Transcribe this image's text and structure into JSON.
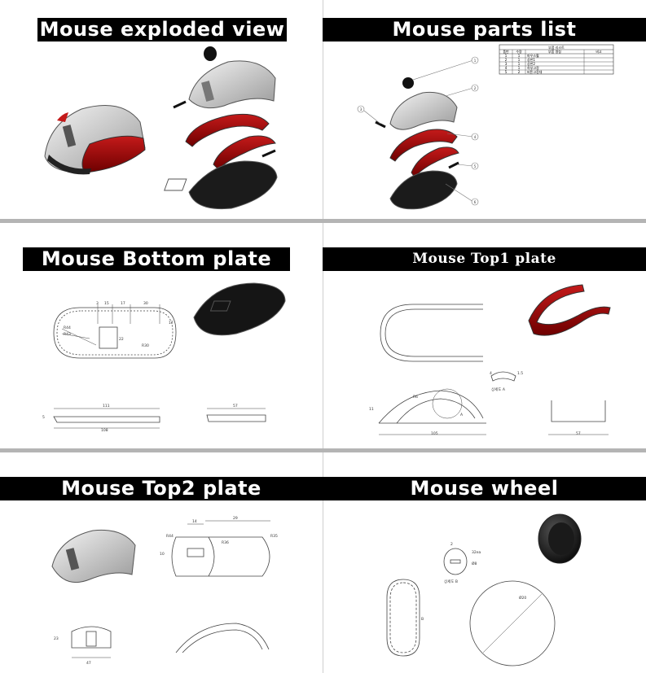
{
  "panels": {
    "exploded": {
      "title": "Mouse exploded view"
    },
    "parts": {
      "title": "Mouse parts list",
      "table_title": "부품 리스트",
      "headers": [
        "품번",
        "수량",
        "부품 명칭",
        "비고"
      ],
      "rows": [
        [
          "1",
          "1",
          "마우스휠",
          ""
        ],
        [
          "2",
          "1",
          "상판1",
          ""
        ],
        [
          "3",
          "1",
          "상판2",
          ""
        ],
        [
          "4",
          "1",
          "하부고정",
          ""
        ],
        [
          "5",
          "2",
          "버튼고정대",
          ""
        ]
      ],
      "balloons": [
        "1",
        "2",
        "3",
        "4",
        "5",
        "6"
      ]
    },
    "bottom": {
      "title": "Mouse Bottom plate",
      "dims": {
        "d1": "3",
        "d2": "15",
        "d3": "17",
        "d4": "30",
        "d5": "17",
        "d6": "22",
        "r1": "R44",
        "r2": "R43",
        "r3": "R30",
        "w1": "111",
        "w2": "108",
        "w3": "57",
        "h1": "5"
      }
    },
    "top1": {
      "title": "Mouse Top1 plate",
      "detail_label": "상세도 A",
      "dims": {
        "r": "R6",
        "a": "A",
        "w": "105",
        "h": "11",
        "w2": "57",
        "t": "1.5",
        "d": "4"
      }
    },
    "top2": {
      "title": "Mouse Top2 plate",
      "dims": {
        "a": "14",
        "b": "29",
        "c": "R44",
        "d": "R36",
        "e": "R35",
        "f": "10",
        "g": "23",
        "h": "47"
      }
    },
    "wheel": {
      "title": "Mouse wheel",
      "detail_label": "상세도 B",
      "dims": {
        "a": "2",
        "b": "32ea",
        "c": "Ø8",
        "d": "Ø20",
        "e": "B"
      }
    }
  }
}
